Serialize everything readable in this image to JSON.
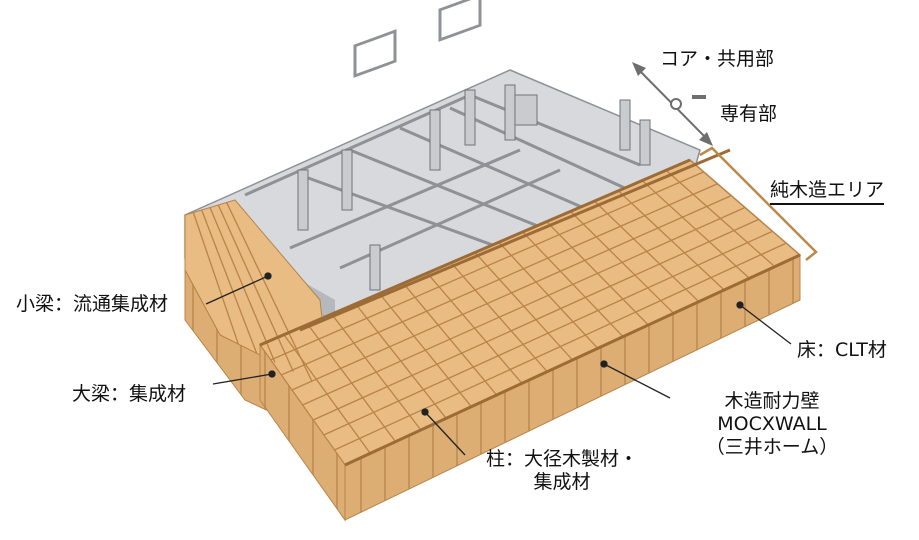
{
  "labels": {
    "core": "コア・共用部",
    "private": "専有部",
    "pure_wood_area": "純木造エリア",
    "small_beam": "小梁：流通集成材",
    "large_beam": "大梁：集成材",
    "floor": "床：CLT材",
    "wall_line1": "木造耐力壁",
    "wall_line2": "MOCXWALL",
    "wall_line3": "（三井ホーム）",
    "column_line1": "柱：大径木製材・",
    "column_line2": "集成材"
  },
  "colors": {
    "wood_light": "#E8BC82",
    "wood_mid": "#D4A066",
    "wood_dark": "#B9834A",
    "concrete_light": "#D7D9DC",
    "concrete_mid": "#B5B8BC",
    "concrete_dark": "#8E9297",
    "bracket": "#B98A4A",
    "arrow": "#6E6E6E",
    "leader": "#222222"
  },
  "icons": {
    "divider": "double-arrow-divider-icon",
    "bracket": "bracket-icon"
  }
}
